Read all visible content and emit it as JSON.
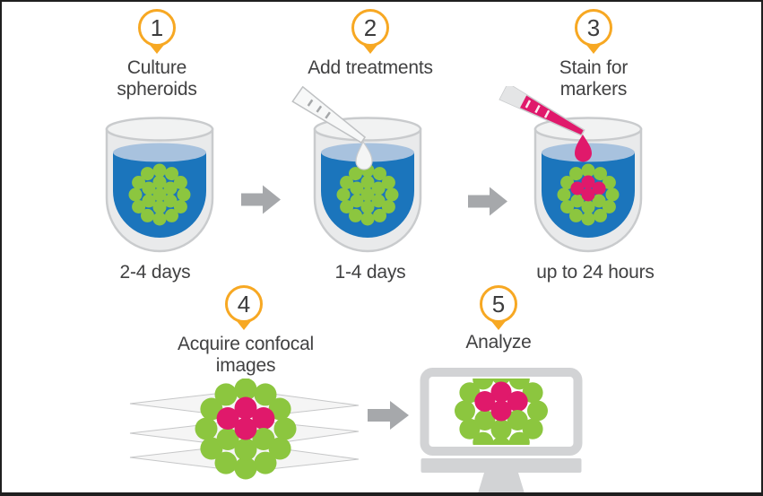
{
  "colors": {
    "blue": "#1B75BC",
    "blue_surface": "#A8C2DE",
    "green": "#8CC63F",
    "magenta": "#E0196B",
    "yellow": "#F7A823",
    "arrow_grey": "#A6A8AB",
    "glass_fill": "#E9EAEB",
    "glass_rim": "#F1F2F2",
    "glass_stroke": "#C9CBCD",
    "monitor_grey": "#D2D3D5",
    "plane_fill": "#F1F1F1",
    "plane_stroke": "#C6C7C8",
    "text": "#414142"
  },
  "steps": [
    {
      "number": "1",
      "lines": [
        "Culture",
        "spheroids"
      ],
      "duration": "2-4 days"
    },
    {
      "number": "2",
      "lines": [
        "Add treatments"
      ],
      "duration": "1-4 days"
    },
    {
      "number": "3",
      "lines": [
        "Stain for",
        "markers"
      ],
      "duration": "up to 24 hours"
    },
    {
      "number": "4",
      "lines": [
        "Acquire confocal",
        "images"
      ],
      "duration": ""
    },
    {
      "number": "5",
      "lines": [
        "Analyze"
      ],
      "duration": ""
    }
  ]
}
